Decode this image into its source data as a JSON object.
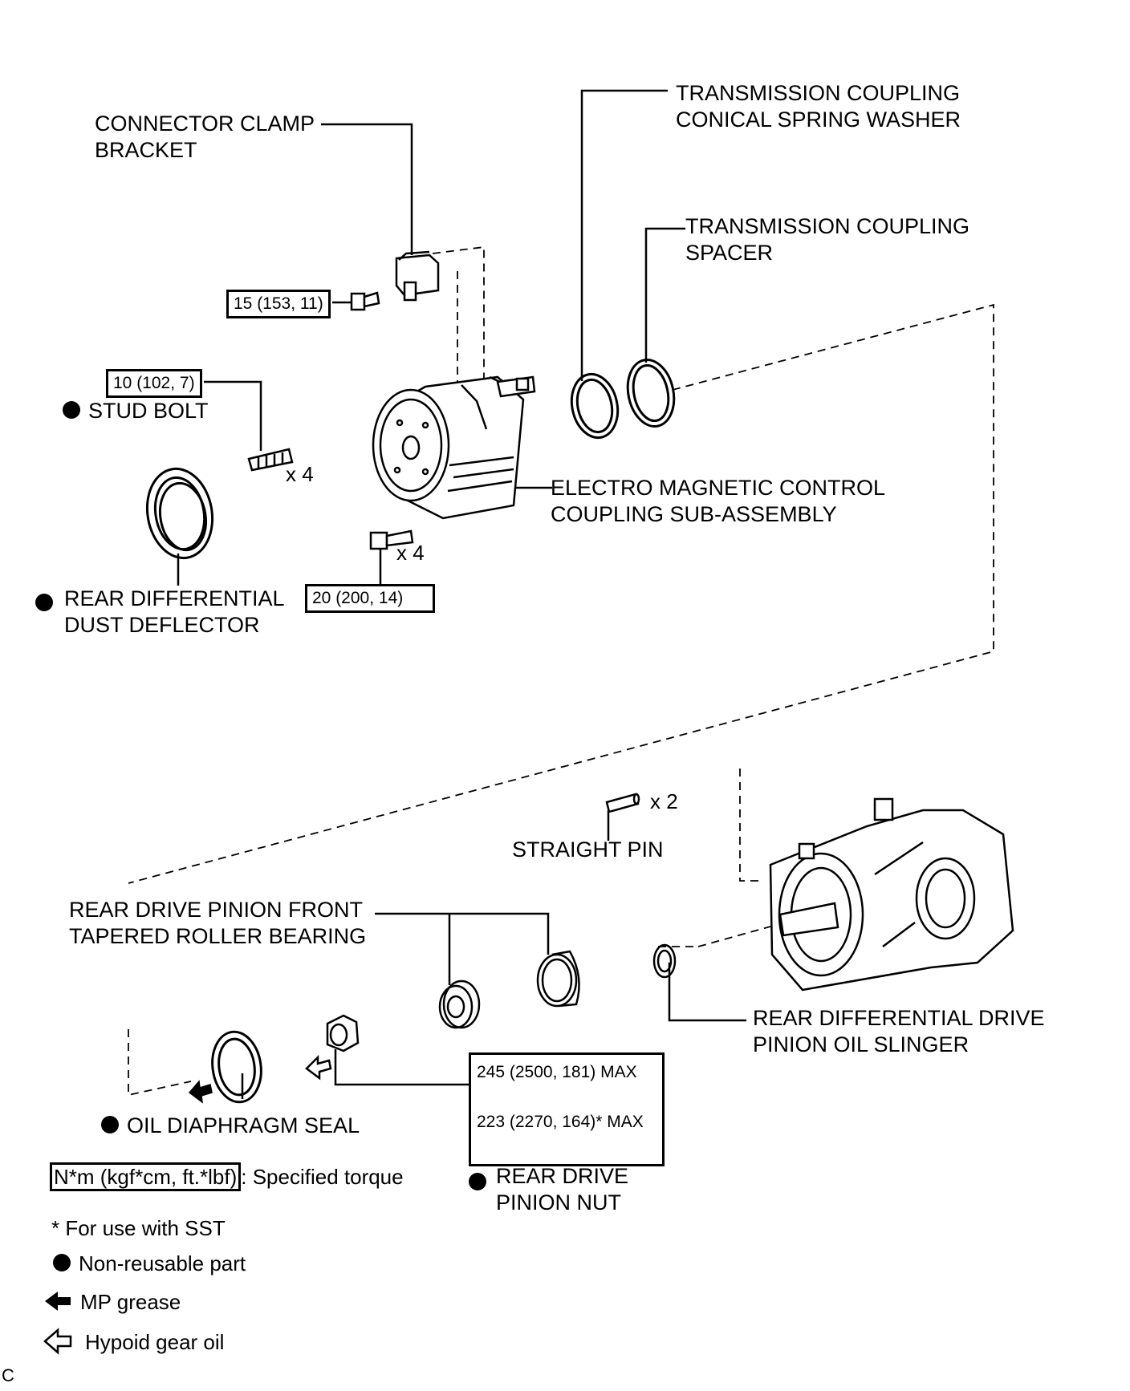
{
  "parts": {
    "conical_washer": [
      "TRANSMISSION COUPLING",
      "CONICAL SPRING WASHER"
    ],
    "connector_clamp": [
      "CONNECTOR CLAMP",
      "BRACKET"
    ],
    "spacer": [
      "TRANSMISSION COUPLING",
      "SPACER"
    ],
    "stud_bolt": "STUD BOLT",
    "em_coupling": [
      "ELECTRO MAGNETIC CONTROL",
      "COUPLING SUB-ASSEMBLY"
    ],
    "dust_deflector": [
      "REAR DIFFERENTIAL",
      "DUST DEFLECTOR"
    ],
    "straight_pin": "STRAIGHT PIN",
    "front_bearing": [
      "REAR DRIVE PINION FRONT",
      "TAPERED ROLLER BEARING"
    ],
    "oil_slinger": [
      "REAR DIFFERENTIAL DRIVE",
      "PINION OIL SLINGER"
    ],
    "oil_seal": "OIL DIAPHRAGM SEAL",
    "pinion_nut": [
      "REAR DRIVE",
      "PINION NUT"
    ]
  },
  "torques": {
    "clamp_bolt": "15 (153, 11)",
    "stud_bolt": "10 (102, 7)",
    "coupling_bolt": "20 (200, 14)",
    "pinion_nut_1": "245 (2500, 181) MAX",
    "pinion_nut_2": "223 (2270, 164)* MAX"
  },
  "quantities": {
    "stud_bolt": "x 4",
    "coupling_bolt": "x 4",
    "straight_pin": "x 2"
  },
  "legend": {
    "torque_unit": "N*m (kgf*cm, ft.*lbf)",
    "torque_desc": ": Specified torque",
    "sst": "* For use with SST",
    "non_reusable": "Non-reusable part",
    "mp_grease": "MP grease",
    "hypoid_oil": "Hypoid gear oil"
  },
  "figure_code": "C"
}
